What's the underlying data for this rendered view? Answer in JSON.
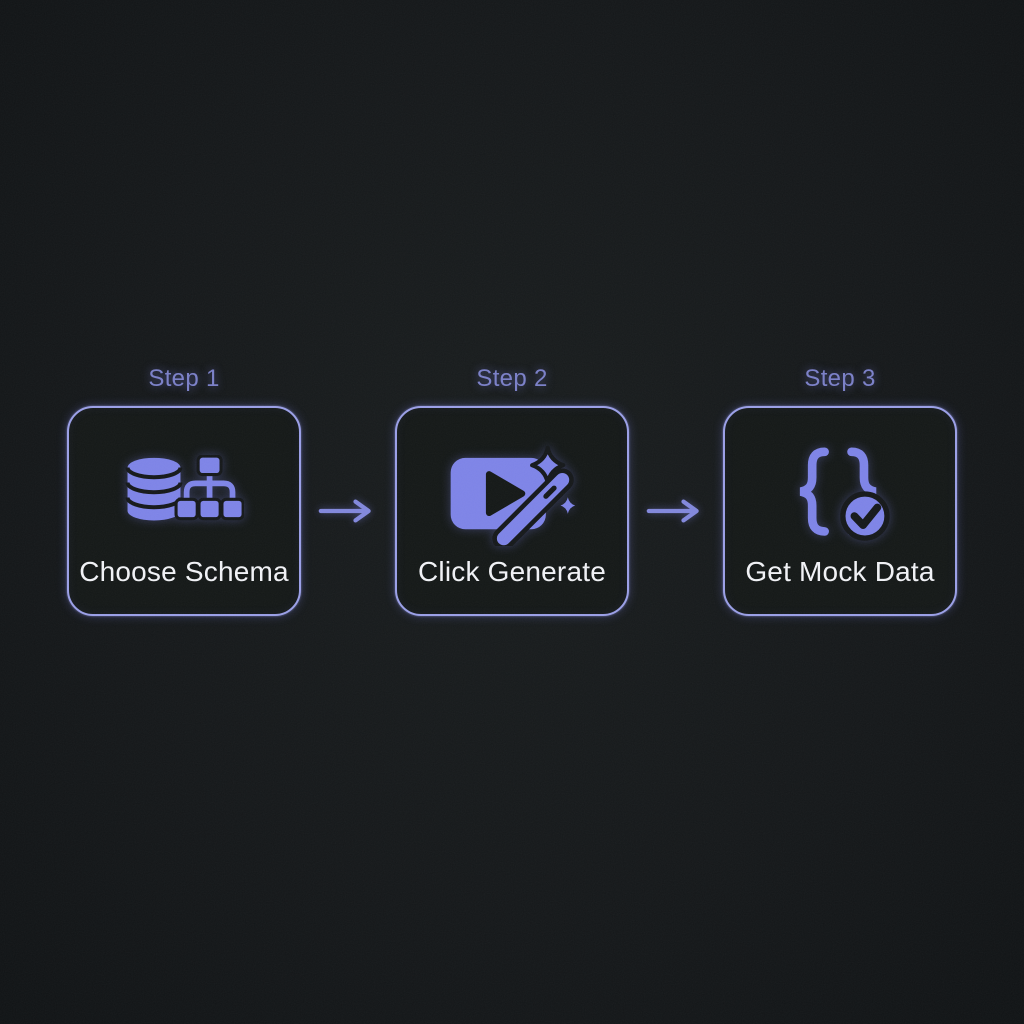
{
  "theme": {
    "background": "#15181a",
    "card_background": "#141817",
    "card_border": "#9ba0e8",
    "icon_color": "#7e84e8",
    "step_label_color": "#7b80c9",
    "title_color": "#f2f3f7",
    "arrow_color": "#8288dd"
  },
  "steps": [
    {
      "step_label": "Step 1",
      "title": "Choose Schema",
      "icon": "database-schema-icon"
    },
    {
      "step_label": "Step 2",
      "title": "Click Generate",
      "icon": "generate-wand-icon"
    },
    {
      "step_label": "Step 3",
      "title": "Get Mock Data",
      "icon": "json-check-icon"
    }
  ],
  "arrows": [
    {
      "icon": "right-arrow-icon"
    },
    {
      "icon": "right-arrow-icon"
    }
  ]
}
